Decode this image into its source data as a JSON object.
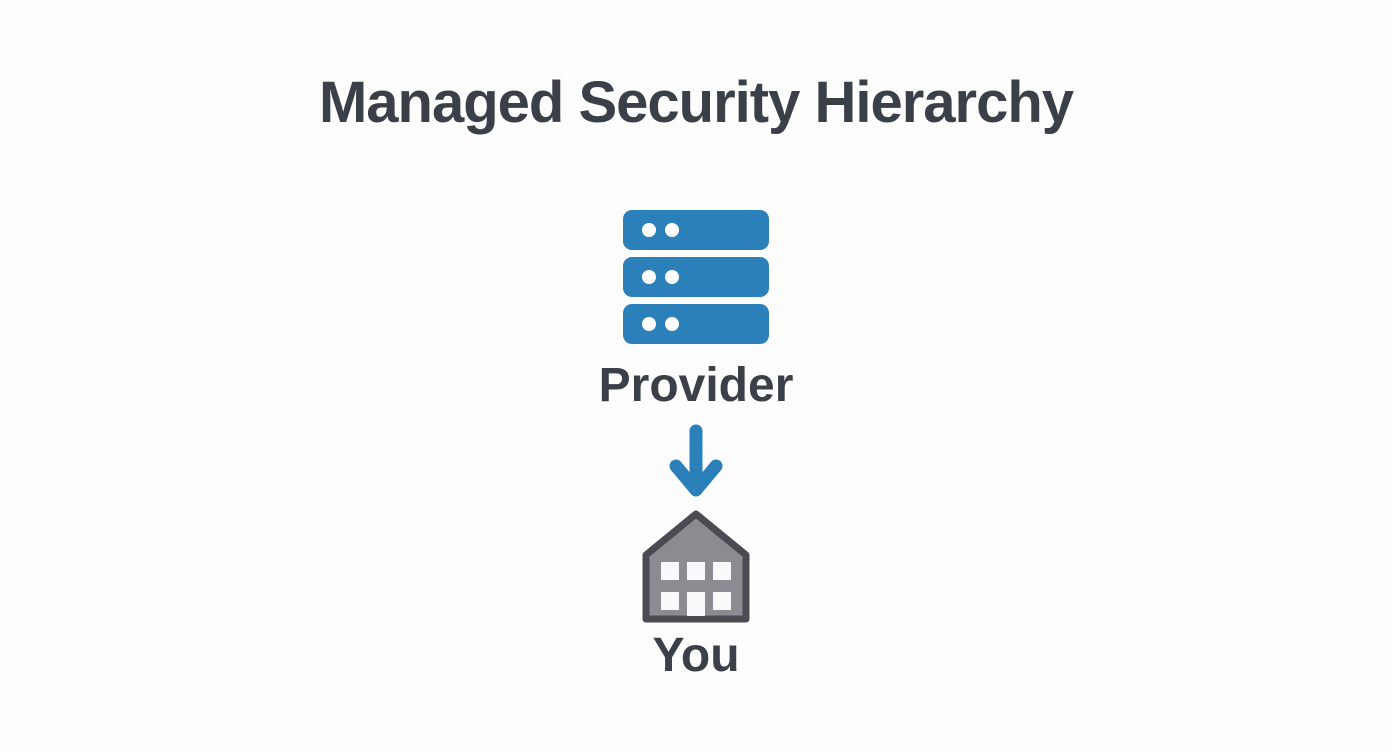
{
  "title": "Managed Security Hierarchy",
  "hierarchy": {
    "parent": {
      "id": "provider",
      "label": "Provider",
      "icon": "server-icon"
    },
    "connector": {
      "icon": "arrow-down-icon",
      "direction": "down"
    },
    "child": {
      "id": "you",
      "label": "You",
      "icon": "house-icon"
    }
  },
  "colors": {
    "accent_blue": "#2b80b9",
    "house_gray": "#8b8b92",
    "house_outline": "#4b4b53",
    "window_white": "#f9f9fb",
    "text_dark": "#3a3f48",
    "background": "#fdfdfe"
  }
}
